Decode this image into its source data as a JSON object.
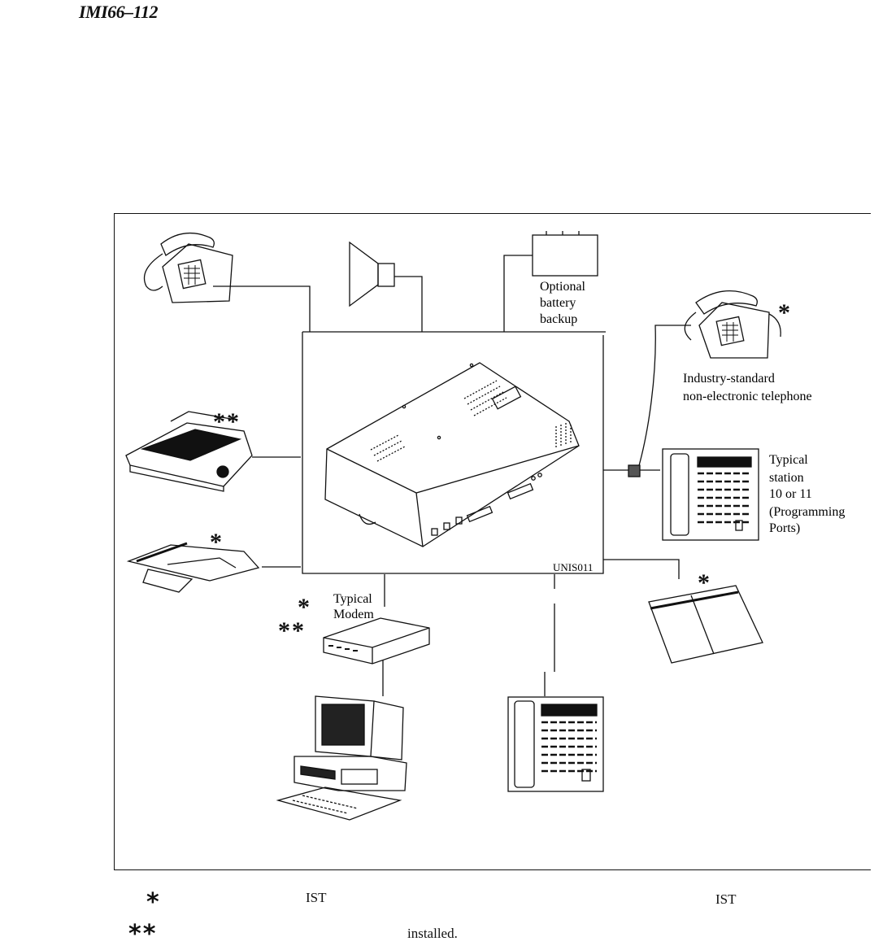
{
  "header": {
    "doc_code": "IMI66–112"
  },
  "diagram": {
    "control_unit_code": "UNIS011",
    "labels": {
      "battery": [
        "Optional",
        "battery",
        "backup"
      ],
      "industry_phone": [
        "Industry-standard",
        "non-electronic telephone"
      ],
      "typical_station": [
        "Typical",
        "station",
        "10 or 11",
        "(Programming",
        "Ports)"
      ],
      "modem": [
        "Typical",
        "Modem"
      ]
    },
    "markers": {
      "single": "*",
      "double": "**"
    }
  },
  "legend": {
    "single_star_symbol": "*",
    "single_star_text_a": "IST",
    "single_star_text_b": "IST",
    "double_star_symbol": "**",
    "double_star_text": "installed."
  }
}
